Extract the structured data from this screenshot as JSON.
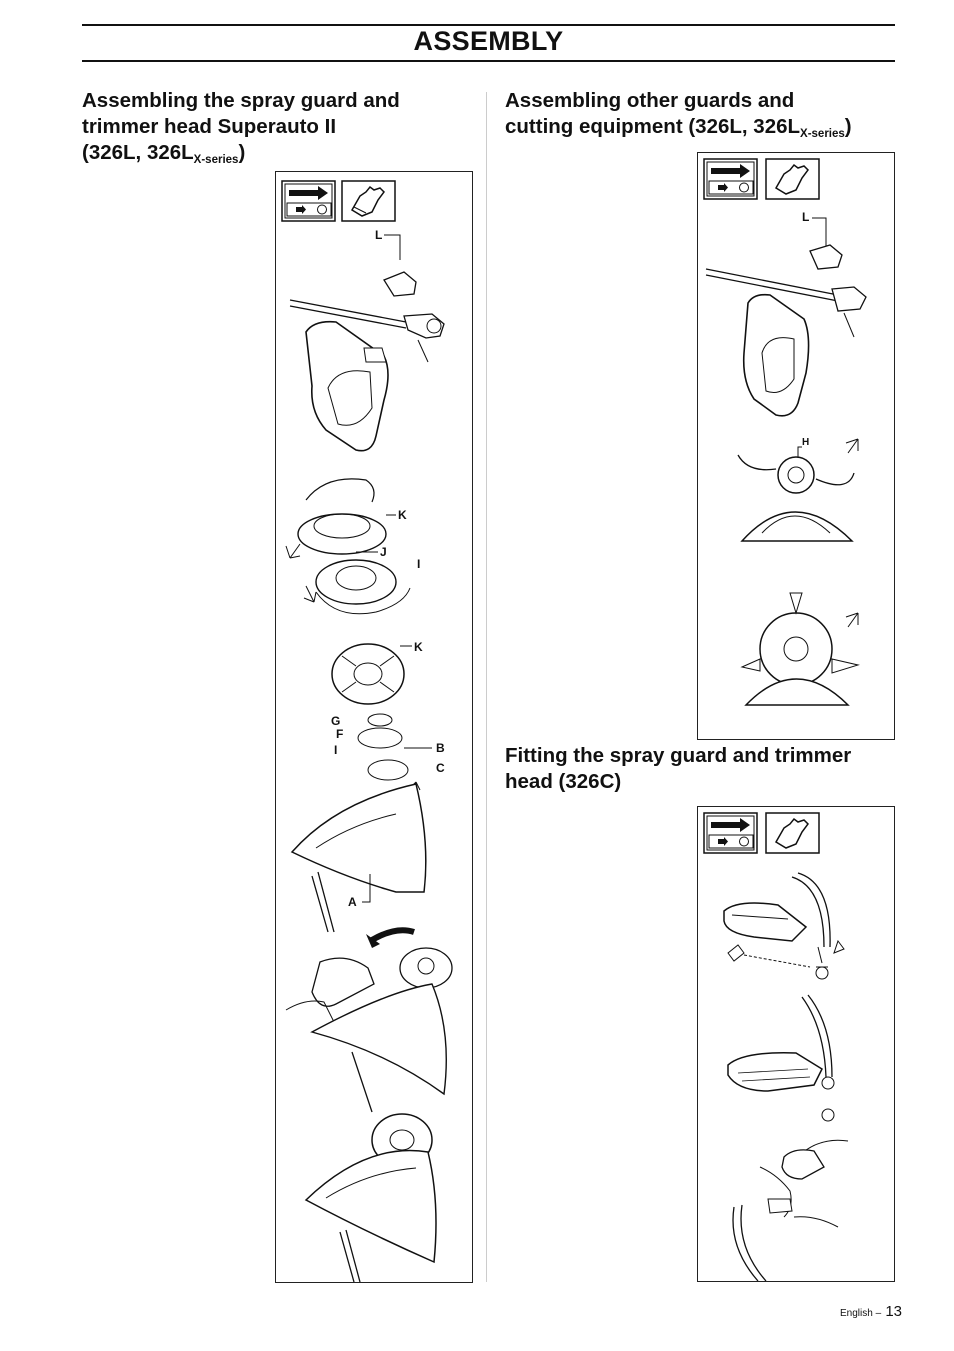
{
  "page": {
    "title": "ASSEMBLY",
    "footer_language": "English –",
    "page_number": "13"
  },
  "sections": {
    "left": {
      "heading_line1": "Assembling the spray guard and",
      "heading_line2": "trimmer head Superauto II",
      "heading_line3_pre": "(326L, 326L",
      "heading_sub": "X-series",
      "heading_line3_post": ")",
      "labels": [
        "L",
        "K",
        "J",
        "I",
        "K",
        "G",
        "F",
        "I",
        "B",
        "C",
        "A"
      ]
    },
    "right_top": {
      "heading_line1": "Assembling other guards and",
      "heading_line2_pre": "cutting equipment (326L, 326L",
      "heading_sub": "X-series",
      "heading_line2_post": ")",
      "labels": [
        "L",
        "H"
      ]
    },
    "right_bottom": {
      "heading_line1": "Fitting the spray guard and trimmer",
      "heading_line2": "head (326C)"
    }
  },
  "icons": {
    "arrow_box": "stop-arrow-icon",
    "glove": "protective-glove-icon",
    "stop_text": "STOP"
  }
}
